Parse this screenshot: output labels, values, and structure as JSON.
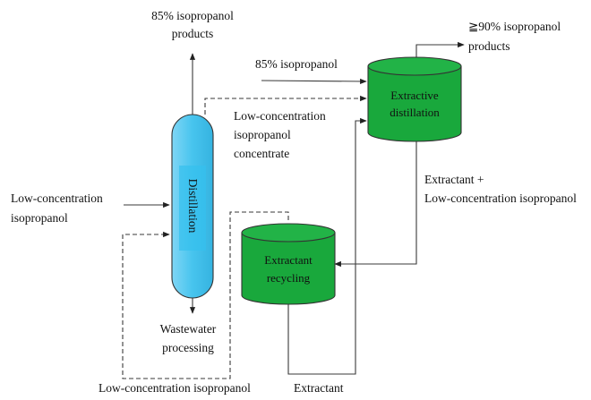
{
  "nodes": {
    "distillation": {
      "label": "Distillation",
      "color": "#47c4ee"
    },
    "extractive_distillation": {
      "label_lines": [
        "Extractive",
        "distillation"
      ],
      "color": "#19a83c"
    },
    "extractant_recycling": {
      "label_lines": [
        "Extractant",
        "recycling"
      ],
      "color": "#19a83c"
    }
  },
  "labels": {
    "top_product": [
      "85% isopropanol",
      "products"
    ],
    "feed_85": "85% isopropanol",
    "right_product": [
      "≧90% isopropanol",
      "products"
    ],
    "concentrate": [
      "Low-concentration",
      "isopropanol",
      "concentrate"
    ],
    "extractant_mix": [
      "Extractant +",
      "Low-concentration isopropanol"
    ],
    "feed_low": [
      "Low-concentration",
      "isopropanol"
    ],
    "wastewater": [
      "Wastewater",
      "processing"
    ],
    "bottom_low": "Low-concentration isopropanol",
    "extractant": "Extractant"
  }
}
